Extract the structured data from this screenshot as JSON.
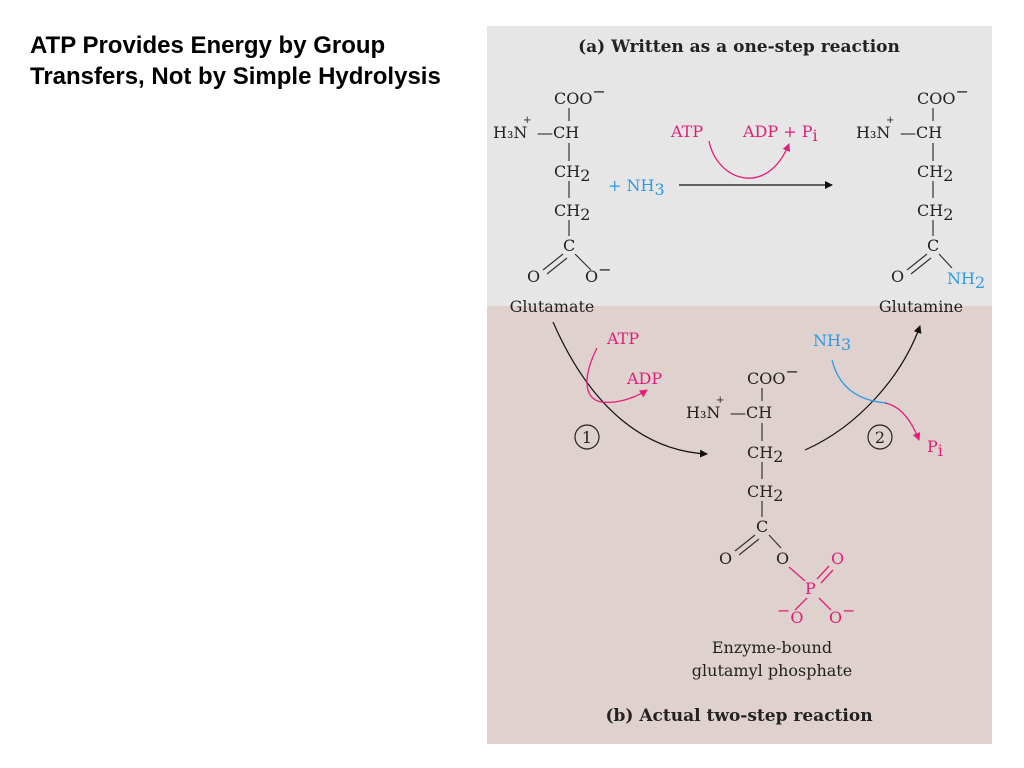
{
  "title": {
    "line1": "ATP Provides Energy by Group",
    "line2": "Transfers, Not by Simple Hydrolysis"
  },
  "panel_a": {
    "heading": "(a) Written as a one-step reaction",
    "reactant": {
      "carboxylate": "COO",
      "charge_minus": "−",
      "amino": "H₃N",
      "charge_plus": "+",
      "alpha": "—CH",
      "ch2_1": "CH",
      "ch2_2": "CH",
      "sub2": "2",
      "carbon": "C",
      "oxygen_dbl": "O",
      "oxygen_single": "O",
      "name": "Glutamate"
    },
    "plus_ammonia": "+ NH",
    "ammonia_sub": "3",
    "atp": "ATP",
    "adp_pi": "ADP + P",
    "pi_sub": "i",
    "product": {
      "carboxylate": "COO",
      "charge_minus": "−",
      "amino": "H₃N",
      "charge_plus": "+",
      "alpha": "—CH",
      "ch2_1": "CH",
      "ch2_2": "CH",
      "sub2": "2",
      "carbon": "C",
      "oxygen_dbl": "O",
      "amide": "NH",
      "amide_sub": "2",
      "name": "Glutamine"
    }
  },
  "panel_b": {
    "heading": "(b) Actual two-step reaction",
    "step1_label": "1",
    "step2_label": "2",
    "atp": "ATP",
    "adp": "ADP",
    "nh3": "NH",
    "nh3_sub": "3",
    "pi": "P",
    "pi_sub": "i",
    "intermediate": {
      "carboxylate": "COO",
      "charge_minus": "−",
      "amino": "H₃N",
      "charge_plus": "+",
      "alpha": "—CH",
      "ch2_1": "CH",
      "ch2_2": "CH",
      "sub2": "2",
      "carbon": "C",
      "oxygen_dbl": "O",
      "oxygen_bridge": "O",
      "phosphorus": "P",
      "p_oxygen_top": "O",
      "p_oxygen_left": "O",
      "p_oxygen_right": "O",
      "minus": "−",
      "name_line1": "Enzyme-bound",
      "name_line2": "glutamyl phosphate"
    }
  },
  "colors": {
    "panel_a_bg": "#e7e6e6",
    "panel_b_bg": "#dfd1cd",
    "pink": "#e21e79",
    "blue": "#2a9be3"
  }
}
